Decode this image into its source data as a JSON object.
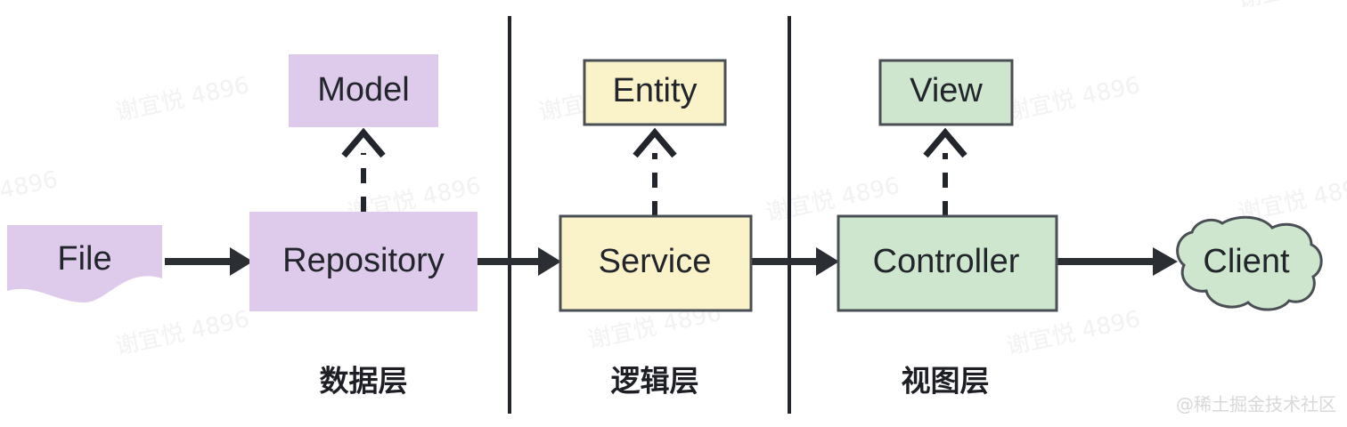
{
  "diagram": {
    "title": "Three-layer architecture flow diagram",
    "background": "#ffffff",
    "palette": {
      "purple_fill": "#decaea",
      "yellow_fill": "#faf2c8",
      "green_fill": "#cde6cd",
      "node_border": "#4a4f55",
      "line": "#2b2e33",
      "text": "#22252b",
      "watermark": "#f2f2f3",
      "brand_watermark": "#d8d8da"
    },
    "nodes": [
      {
        "id": "file",
        "label": "File",
        "shape": "document",
        "fill": "#decaea",
        "bordered": false,
        "layer": "data"
      },
      {
        "id": "model",
        "label": "Model",
        "shape": "rect",
        "fill": "#decaea",
        "bordered": false,
        "layer": "data"
      },
      {
        "id": "repository",
        "label": "Repository",
        "shape": "rect",
        "fill": "#decaea",
        "bordered": false,
        "layer": "data"
      },
      {
        "id": "entity",
        "label": "Entity",
        "shape": "rect",
        "fill": "#faf2c8",
        "bordered": true,
        "layer": "logic"
      },
      {
        "id": "service",
        "label": "Service",
        "shape": "rect",
        "fill": "#faf2c8",
        "bordered": true,
        "layer": "logic"
      },
      {
        "id": "view",
        "label": "View",
        "shape": "rect",
        "fill": "#cde6cd",
        "bordered": true,
        "layer": "view"
      },
      {
        "id": "controller",
        "label": "Controller",
        "shape": "rect",
        "fill": "#cde6cd",
        "bordered": true,
        "layer": "view"
      },
      {
        "id": "client",
        "label": "Client",
        "shape": "cloud",
        "fill": "#cde6cd",
        "bordered": true,
        "layer": "view"
      }
    ],
    "edges": [
      {
        "from": "file",
        "to": "repository",
        "style": "solid-arrow",
        "direction": "right"
      },
      {
        "from": "repository",
        "to": "service",
        "style": "solid-arrow",
        "direction": "right"
      },
      {
        "from": "service",
        "to": "controller",
        "style": "solid-arrow",
        "direction": "right"
      },
      {
        "from": "controller",
        "to": "client",
        "style": "solid-arrow",
        "direction": "right"
      },
      {
        "from": "repository",
        "to": "model",
        "style": "dashed-arrow",
        "direction": "up"
      },
      {
        "from": "service",
        "to": "entity",
        "style": "dashed-arrow",
        "direction": "up"
      },
      {
        "from": "controller",
        "to": "view",
        "style": "dashed-arrow",
        "direction": "up"
      }
    ],
    "layers": [
      {
        "id": "data",
        "label": "数据层"
      },
      {
        "id": "logic",
        "label": "逻辑层"
      },
      {
        "id": "view",
        "label": "视图层"
      }
    ],
    "dividers": 2,
    "watermarks": {
      "tile_text": "谢宜悦 4896",
      "brand_text": "@稀土掘金技术社区"
    }
  }
}
